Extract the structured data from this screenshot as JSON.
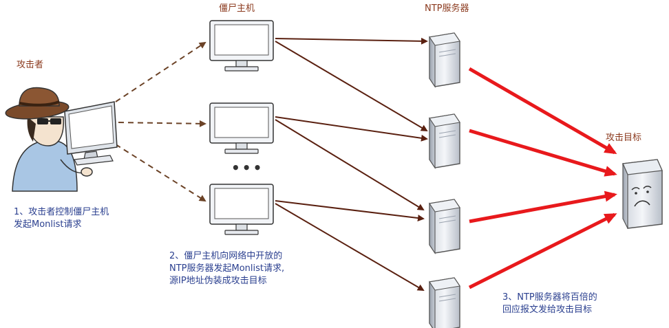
{
  "labels": {
    "zombie_hosts": "僵尸主机",
    "ntp_servers": "NTP服务器",
    "attacker": "攻击者",
    "target": "攻击目标",
    "ellipsis": "•••"
  },
  "steps": {
    "step1": [
      "1、攻击者控制僵尸主机",
      "发起Monlist请求"
    ],
    "step2": [
      "2、僵尸主机向网络中开放的",
      "NTP服务器发起Monlist请求,",
      "源IP地址伪装成攻击目标"
    ],
    "step3": [
      "3、NTP服务器将百倍的",
      "回应报文发给攻击目标"
    ]
  },
  "colors": {
    "label_brown": "#8b3a1e",
    "label_blue": "#2a3f8f",
    "dashed_arrow": "#6b4226",
    "solid_arrow": "#5a2010",
    "attack_arrow": "#e8191c"
  },
  "icons": [
    "attacker-figure-icon",
    "monitor-icon",
    "server-tower-icon",
    "sad-server-icon"
  ]
}
